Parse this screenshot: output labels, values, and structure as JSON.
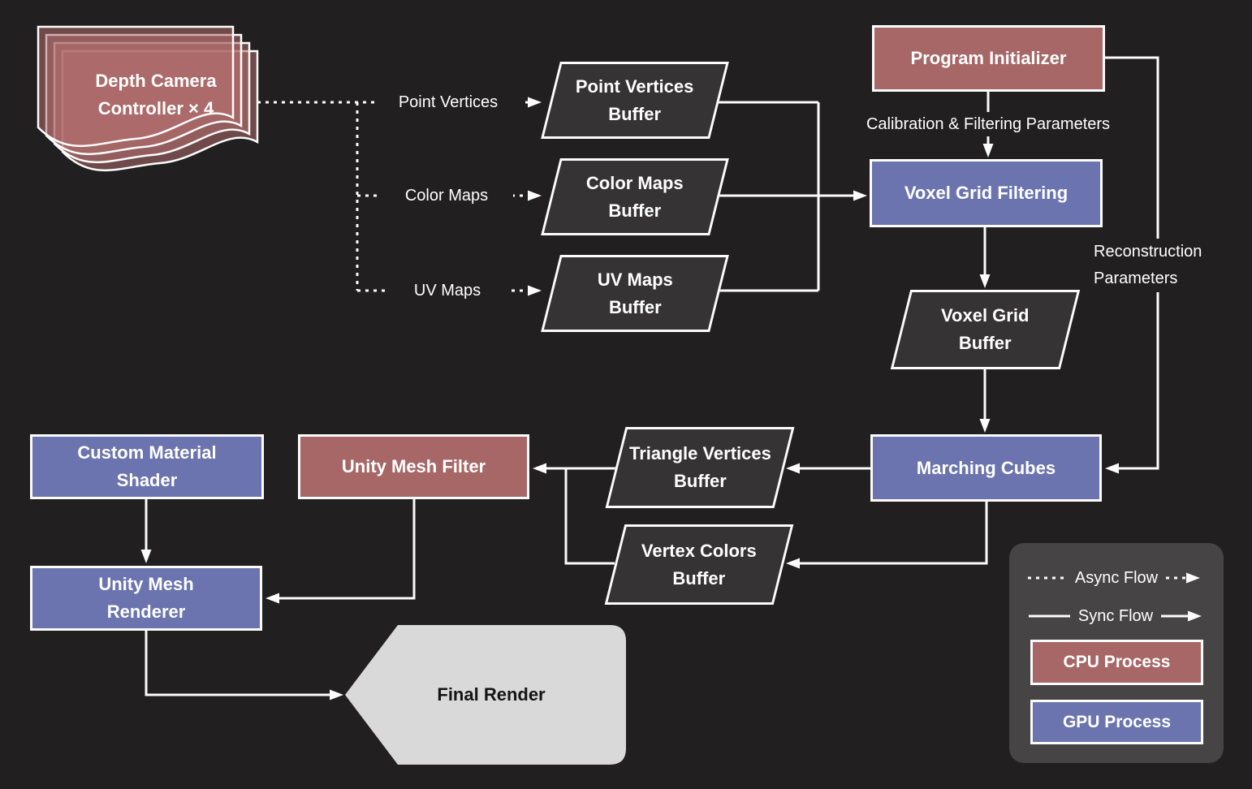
{
  "nodes": {
    "depth_camera_controller": {
      "lines": [
        "Depth Camera",
        "Controller × 4"
      ],
      "shape": "multi-document",
      "process": "cpu"
    },
    "point_vertices_buffer": {
      "lines": [
        "Point Vertices",
        "Buffer"
      ],
      "shape": "parallelogram",
      "process": "buffer"
    },
    "color_maps_buffer": {
      "lines": [
        "Color Maps",
        "Buffer"
      ],
      "shape": "parallelogram",
      "process": "buffer"
    },
    "uv_maps_buffer": {
      "lines": [
        "UV Maps",
        "Buffer"
      ],
      "shape": "parallelogram",
      "process": "buffer"
    },
    "program_initializer": {
      "lines": [
        "Program Initializer"
      ],
      "shape": "rectangle",
      "process": "cpu"
    },
    "voxel_grid_filtering": {
      "lines": [
        "Voxel Grid Filtering"
      ],
      "shape": "rectangle",
      "process": "gpu"
    },
    "voxel_grid_buffer": {
      "lines": [
        "Voxel Grid",
        "Buffer"
      ],
      "shape": "parallelogram",
      "process": "buffer"
    },
    "marching_cubes": {
      "lines": [
        "Marching Cubes"
      ],
      "shape": "rectangle",
      "process": "gpu"
    },
    "triangle_vertices_buffer": {
      "lines": [
        "Triangle Vertices",
        "Buffer"
      ],
      "shape": "parallelogram",
      "process": "buffer"
    },
    "vertex_colors_buffer": {
      "lines": [
        "Vertex Colors",
        "Buffer"
      ],
      "shape": "parallelogram",
      "process": "buffer"
    },
    "unity_mesh_filter": {
      "lines": [
        "Unity Mesh Filter"
      ],
      "shape": "rectangle",
      "process": "cpu"
    },
    "custom_material_shader": {
      "lines": [
        "Custom Material",
        "Shader"
      ],
      "shape": "rectangle",
      "process": "gpu"
    },
    "unity_mesh_renderer": {
      "lines": [
        "Unity Mesh",
        "Renderer"
      ],
      "shape": "rectangle",
      "process": "gpu"
    },
    "final_render": {
      "lines": [
        "Final Render"
      ],
      "shape": "pointed-rectangle",
      "process": "output"
    }
  },
  "edge_labels": {
    "point_vertices": "Point Vertices",
    "color_maps": "Color Maps",
    "uv_maps": "UV Maps",
    "calibration": "Calibration & Filtering Parameters",
    "reconstruction_line1": "Reconstruction",
    "reconstruction_line2": "Parameters"
  },
  "legend": {
    "async_label": "Async Flow",
    "sync_label": "Sync Flow",
    "cpu_label": "CPU Process",
    "gpu_label": "GPU Process"
  },
  "colors": {
    "background": "#211f20",
    "cpu_process": "#a86767",
    "gpu_process": "#6b74ae",
    "buffer_fill": "#353334",
    "final_render_fill": "#d9d9d9",
    "legend_background": "#464445",
    "connector": "#fcfcfc",
    "text": "#ffffff"
  }
}
